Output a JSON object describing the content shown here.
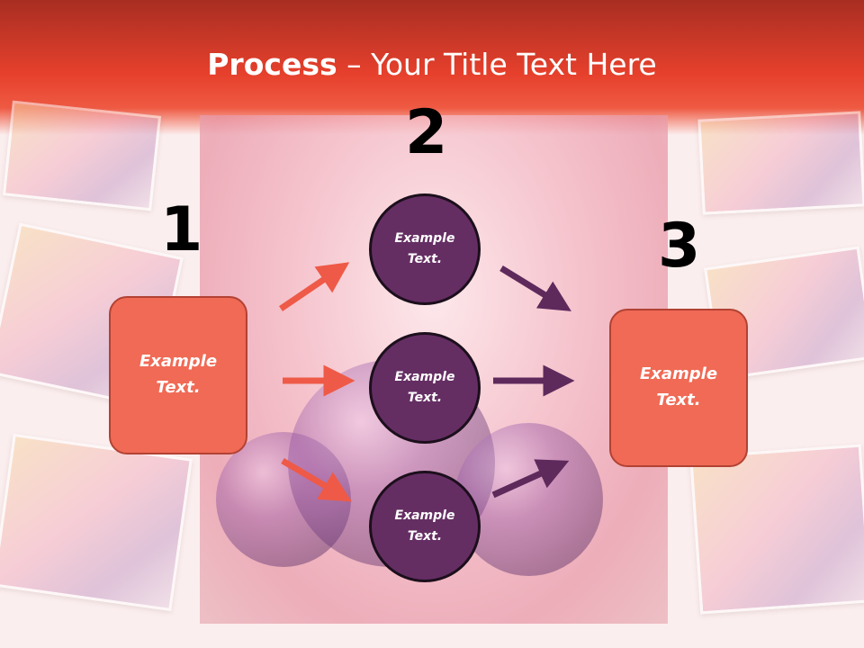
{
  "header": {
    "title_bold": "Process",
    "title_rest": " – Your Title Text Here"
  },
  "diagram": {
    "steps": [
      {
        "number": "1",
        "text": "Example\nText."
      },
      {
        "number": "2",
        "circles": [
          "Example\nText.",
          "Example\nText.",
          "Example\nText."
        ]
      },
      {
        "number": "3",
        "text": "Example\nText."
      }
    ]
  },
  "colors": {
    "box_fill": "#f06a55",
    "circle_fill": "#652e63",
    "arrow_left": "#ee5a47",
    "arrow_right": "#5e2a5c",
    "header": "#e6402c"
  }
}
